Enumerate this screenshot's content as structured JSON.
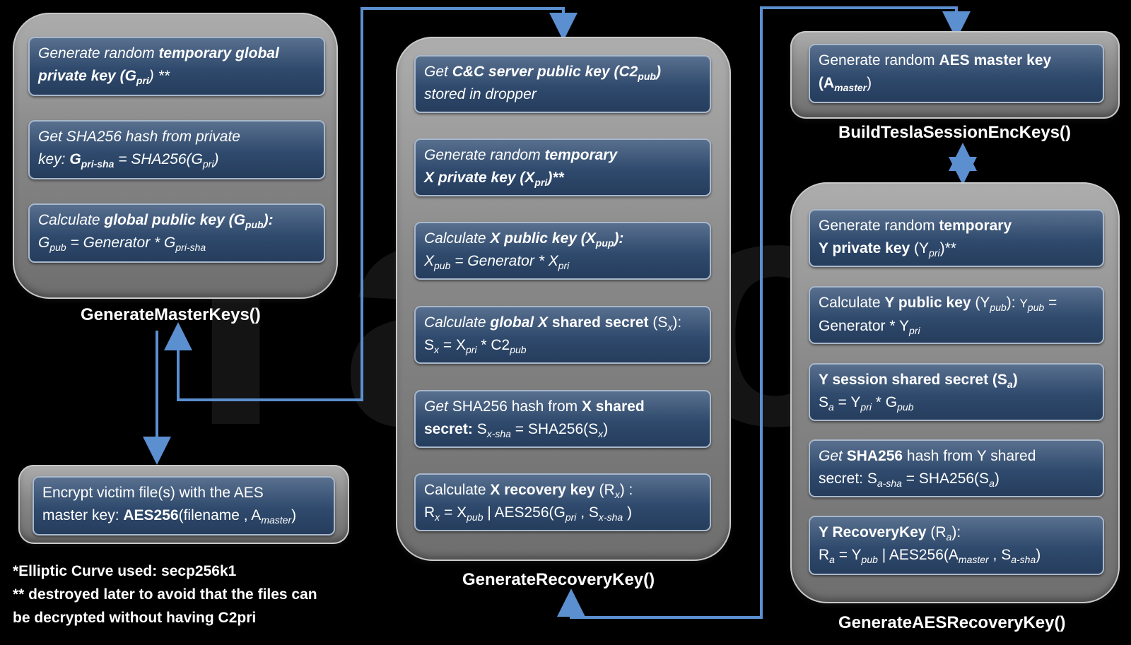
{
  "watermark": "Talos",
  "panels": {
    "master": {
      "label": "GenerateMasterKeys()",
      "steps": [
        {
          "l1_a": "Generate random ",
          "l1_b": "temporary global",
          "l2_a": "private key (G",
          "l2_sub": "pri",
          "l2_c": ") **"
        },
        {
          "l1": "Get SHA256 hash from private",
          "l2_a": "key:  ",
          "l2_b": "G",
          "l2_sub1": "pri-sha",
          "l2_c": " =  SHA256(G",
          "l2_sub2": "pri",
          "l2_d": ")"
        },
        {
          "l1_a": "Calculate ",
          "l1_b": "global public key (G",
          "l1_sub": "pub",
          "l1_c": "):",
          "l2_a": "G",
          "l2_sub1": "pub",
          "l2_b": " = Generator * G",
          "l2_sub2": "pri-sha"
        }
      ]
    },
    "encrypt": {
      "l1": "Encrypt victim file(s) with the AES",
      "l2_a": "master key: ",
      "l2_b": "AES256",
      "l2_c": "(filename , A",
      "l2_sub": "master",
      "l2_d": ")"
    },
    "recovery": {
      "label": "GenerateRecoveryKey()",
      "steps": [
        {
          "l1_a": "Get ",
          "l1_b": "C&C server public key (C2",
          "l1_sub": "pub",
          "l1_c": ")",
          "l2": "stored in dropper"
        },
        {
          "l1_a": "Generate random ",
          "l1_b": "temporary",
          "l2_a": "X private key  (X",
          "l2_sub": "pri",
          "l2_c": ")**"
        },
        {
          "l1_a": "Calculate ",
          "l1_b": "X public key (X",
          "l1_sub": "pup",
          "l1_c": "):",
          "l2_a": "X",
          "l2_sub1": "pub",
          "l2_b": " = Generator * X",
          "l2_sub2": "pri"
        },
        {
          "l1_a": "Calculate ",
          "l1_b": "global X",
          "l1_c": " shared secret",
          "l1_d": " (S",
          "l1_sub": "x",
          "l1_e": "):",
          "l2_a": "S",
          "l2_sub1": "x",
          "l2_b": " = X",
          "l2_sub2": "pri",
          "l2_c": " * C2",
          "l2_sub3": "pub"
        },
        {
          "l1_a": "Get",
          "l1_b": " SHA256 hash from ",
          "l1_c": "X shared",
          "l2_a": "secret:",
          "l2_b": " S",
          "l2_sub1": "x-sha",
          "l2_c": " = SHA256(S",
          "l2_sub2": "x",
          "l2_d": ")"
        },
        {
          "l1_a": "Calculate ",
          "l1_b": "X recovery key",
          "l1_c": " (R",
          "l1_sub": "x",
          "l1_d": ") :",
          "l2_a": "R",
          "l2_sub1": "x",
          "l2_b": " = X",
          "l2_sub2": "pub",
          "l2_c": "  |  AES256(G",
          "l2_sub3": "pri",
          "l2_d": " , S",
          "l2_sub4": "x-sha",
          "l2_e": "  )"
        }
      ]
    },
    "session": {
      "label": "BuildTeslaSessionEncKeys()",
      "l1_a": "Generate random ",
      "l1_b": "AES master key",
      "l2_a": "(A",
      "l2_sub": "master",
      "l2_b": ")"
    },
    "aes_recovery": {
      "label": "GenerateAESRecoveryKey()",
      "steps": [
        {
          "l1_a": "Generate random ",
          "l1_b": "temporary",
          "l2_a": "Y private key",
          "l2_b": " (Y",
          "l2_sub": "pri",
          "l2_c": ")**"
        },
        {
          "l1_a": "Calculate ",
          "l1_b": "Y public key",
          "l1_c": " (Y",
          "l1_sub": "pub",
          "l1_d": "): ",
          "l1_e": "Y",
          "l1_sub2": "pub",
          "l1_f": " =",
          "l2_a": "Generator * Y",
          "l2_sub": "pri"
        },
        {
          "l1_a": "Y session shared secret (S",
          "l1_sub": "a",
          "l1_b": ")",
          "l2_a": "S",
          "l2_sub1": "a",
          "l2_b": " = Y",
          "l2_sub2": "pri",
          "l2_c": " * G",
          "l2_sub3": "pub"
        },
        {
          "l1_a": "Get",
          "l1_b": " SHA256",
          "l1_c": " hash from Y shared",
          "l2_a": "secret: S",
          "l2_sub1": "a-sha",
          "l2_b": " = SHA256(S",
          "l2_sub2": "a",
          "l2_c": ")"
        },
        {
          "l1_a": "Y RecoveryKey",
          "l1_b": " (R",
          "l1_sub": "a",
          "l1_c": "):",
          "l2_a": "R",
          "l2_sub1": "a",
          "l2_b": " = Y",
          "l2_sub2": "pub",
          "l2_c": "  |  AES256(A",
          "l2_sub3": "master",
          "l2_d": " , S",
          "l2_sub4": "a-sha",
          "l2_e": ")"
        }
      ]
    }
  },
  "footnotes": [
    "*Elliptic Curve used: secp256k1",
    "** destroyed later to avoid that the files can",
    "be decrypted without having C2pri"
  ],
  "colors": {
    "arrow_blue": "#5b8fd0",
    "step_arrow": "#6b5a56",
    "box_top": "#59708f",
    "box_bottom": "#263d5d",
    "panel_gray": "#8a8a8a"
  }
}
